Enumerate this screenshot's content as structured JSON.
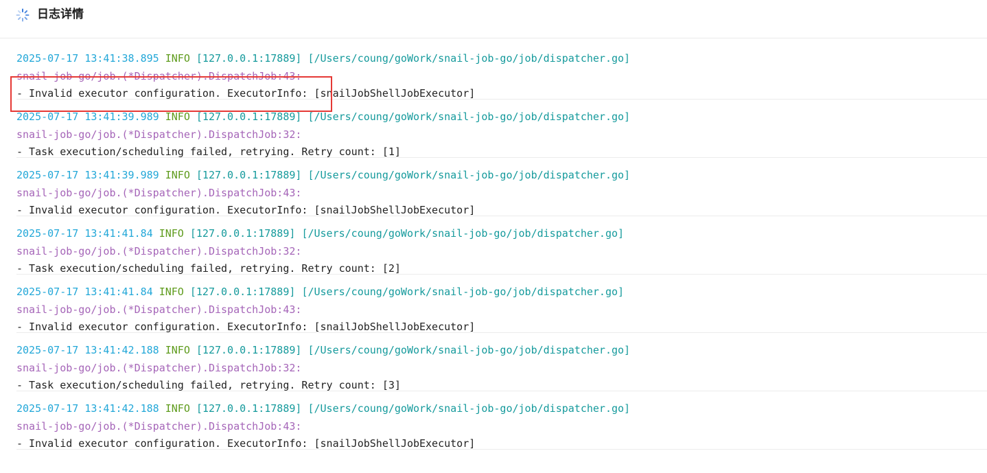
{
  "header": {
    "title": "日志详情",
    "icon": "loading-spinner-icon",
    "icon_color": "#3b7ddd"
  },
  "logs": [
    {
      "timestamp": "2025-07-17 13:41:38.895",
      "level": "INFO",
      "address": "[127.0.0.1:17889]",
      "file": "[/Users/coung/goWork/snail-job-go/job/dispatcher.go]",
      "func": "snail-job-go/job.(*Dispatcher).DispatchJob:43:",
      "message": "- Invalid executor configuration. ExecutorInfo: [snailJobShellJobExecutor]"
    },
    {
      "timestamp": "2025-07-17 13:41:39.989",
      "level": "INFO",
      "address": "[127.0.0.1:17889]",
      "file": "[/Users/coung/goWork/snail-job-go/job/dispatcher.go]",
      "func": "snail-job-go/job.(*Dispatcher).DispatchJob:32:",
      "message": "- Task execution/scheduling failed, retrying. Retry count: [1]"
    },
    {
      "timestamp": "2025-07-17 13:41:39.989",
      "level": "INFO",
      "address": "[127.0.0.1:17889]",
      "file": "[/Users/coung/goWork/snail-job-go/job/dispatcher.go]",
      "func": "snail-job-go/job.(*Dispatcher).DispatchJob:43:",
      "message": "- Invalid executor configuration. ExecutorInfo: [snailJobShellJobExecutor]"
    },
    {
      "timestamp": "2025-07-17 13:41:41.84",
      "level": "INFO",
      "address": "[127.0.0.1:17889]",
      "file": "[/Users/coung/goWork/snail-job-go/job/dispatcher.go]",
      "func": "snail-job-go/job.(*Dispatcher).DispatchJob:32:",
      "message": "- Task execution/scheduling failed, retrying. Retry count: [2]"
    },
    {
      "timestamp": "2025-07-17 13:41:41.84",
      "level": "INFO",
      "address": "[127.0.0.1:17889]",
      "file": "[/Users/coung/goWork/snail-job-go/job/dispatcher.go]",
      "func": "snail-job-go/job.(*Dispatcher).DispatchJob:43:",
      "message": "- Invalid executor configuration. ExecutorInfo: [snailJobShellJobExecutor]"
    },
    {
      "timestamp": "2025-07-17 13:41:42.188",
      "level": "INFO",
      "address": "[127.0.0.1:17889]",
      "file": "[/Users/coung/goWork/snail-job-go/job/dispatcher.go]",
      "func": "snail-job-go/job.(*Dispatcher).DispatchJob:32:",
      "message": "- Task execution/scheduling failed, retrying. Retry count: [3]"
    },
    {
      "timestamp": "2025-07-17 13:41:42.188",
      "level": "INFO",
      "address": "[127.0.0.1:17889]",
      "file": "[/Users/coung/goWork/snail-job-go/job/dispatcher.go]",
      "func": "snail-job-go/job.(*Dispatcher).DispatchJob:43:",
      "message": "- Invalid executor configuration. ExecutorInfo: [snailJobShellJobExecutor]"
    }
  ],
  "colors": {
    "timestamp": "#22a7d8",
    "level": "#5e9b1c",
    "path": "#159a9c",
    "func": "#a565b8",
    "message": "#222222",
    "highlight": "#e53935"
  }
}
